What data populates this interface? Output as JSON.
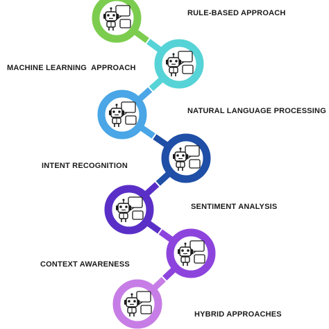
{
  "steps": [
    {
      "label": "RULE-BASED APPROACH",
      "color": "#7ccd4f",
      "side": "right",
      "icon": "chatbot-icon"
    },
    {
      "label": "MACHINE LEARNING  APPROACH",
      "color": "#56d3d6",
      "side": "left",
      "icon": "chatbot-icon"
    },
    {
      "label": "NATURAL LANGUAGE PROCESSING",
      "color": "#4aa6e6",
      "side": "right",
      "icon": "chatbot-icon"
    },
    {
      "label": "INTENT RECOGNITION",
      "color": "#1f4fa6",
      "side": "left",
      "icon": "chatbot-icon"
    },
    {
      "label": "SENTIMENT ANALYSIS",
      "color": "#5a2fc7",
      "side": "right",
      "icon": "chatbot-icon"
    },
    {
      "label": "CONTEXT AWARENESS",
      "color": "#8d44dd",
      "side": "left",
      "icon": "chatbot-icon"
    },
    {
      "label": "HYBRID APPROACHES",
      "color": "#c77de6",
      "side": "right",
      "icon": "chatbot-icon"
    }
  ]
}
